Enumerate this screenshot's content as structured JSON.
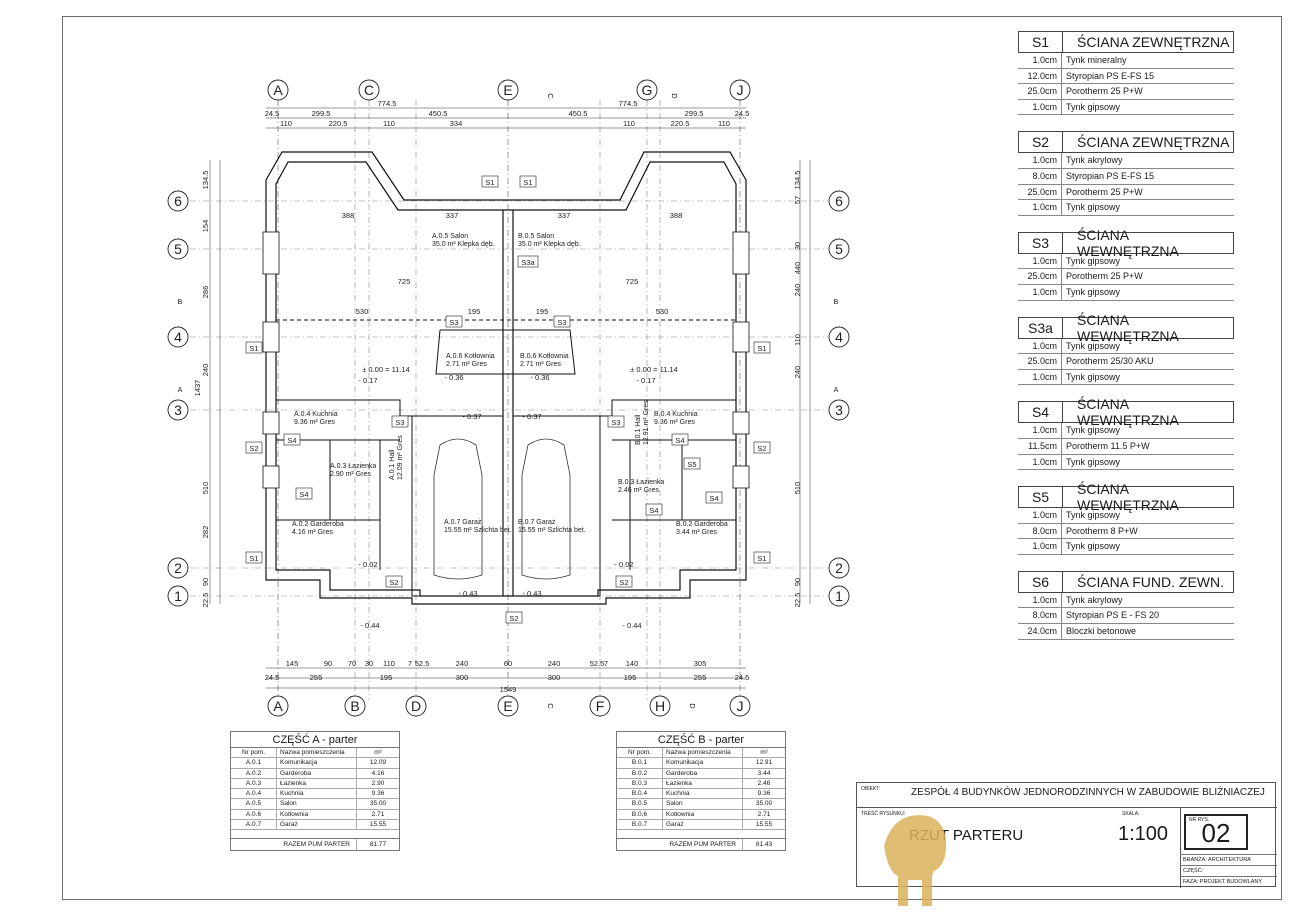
{
  "axes": {
    "top": [
      "A",
      "C",
      "E",
      "G",
      "J"
    ],
    "bottom": [
      "A",
      "B",
      "D",
      "E",
      "F",
      "H",
      "J"
    ],
    "rows": [
      "6",
      "5",
      "4",
      "3",
      "2",
      "1"
    ],
    "section_marks": [
      "C",
      "D",
      "B",
      "B",
      "A",
      "A",
      "C",
      "D"
    ]
  },
  "dimensions": {
    "top_row1": [
      "774.5",
      "774.5"
    ],
    "top_row2": [
      "24.5",
      "299.5",
      "450.5",
      "450.5",
      "299.5",
      "24.5"
    ],
    "top_row3": [
      "110",
      "220.5",
      "110",
      "334",
      "110",
      "220.5",
      "110"
    ],
    "inner_top": [
      "388",
      "337",
      "337",
      "388"
    ],
    "inner_mid": [
      "725",
      "725"
    ],
    "inner_row4": [
      "530",
      "195",
      "195",
      "530"
    ],
    "bottom_row1": [
      "145",
      "90",
      "70",
      "30",
      "110",
      "7",
      "52.5",
      "240",
      "60",
      "240",
      "52.5",
      "7",
      "140",
      "305"
    ],
    "bottom_row2": [
      "24.5",
      "255",
      "195",
      "300",
      "300",
      "195",
      "255",
      "24.5"
    ],
    "bottom_total": "1549",
    "left_total": "1437",
    "left_segments": [
      "134.5",
      "154",
      "286",
      "240",
      "510",
      "282",
      "90",
      "22.5"
    ],
    "right_segments": [
      "134.5",
      "57",
      "30",
      "440",
      "240",
      "110",
      "240",
      "510",
      "90",
      "22.5"
    ],
    "levels": [
      "± 0.00 = 11.14",
      "- 0.17",
      "- 0.36",
      "- 0.37",
      "- 0.02",
      "- 0.43",
      "- 0.44"
    ]
  },
  "rooms_plan": [
    {
      "id": "A.0.5",
      "name": "Salon",
      "area": "35.0 m²",
      "floor": "Klepka dęb."
    },
    {
      "id": "B.0.5",
      "name": "Salon",
      "area": "35.0 m²",
      "floor": "Klepka dęb."
    },
    {
      "id": "A.0.6",
      "name": "Kotłownia",
      "area": "2.71 m²",
      "floor": "Gres"
    },
    {
      "id": "B.0.6",
      "name": "Kotłownia",
      "area": "2.71 m²",
      "floor": "Gres"
    },
    {
      "id": "A.0.4",
      "name": "Kuchnia",
      "area": "9.36 m²",
      "floor": "Gres"
    },
    {
      "id": "B.0.4",
      "name": "Kuchnia",
      "area": "9.36 m²",
      "floor": "Gres"
    },
    {
      "id": "A.0.3",
      "name": "Łazienka",
      "area": "2.90 m²",
      "floor": "Gres"
    },
    {
      "id": "B.0.3",
      "name": "Łazienka",
      "area": "2.46 m²",
      "floor": "Gres"
    },
    {
      "id": "A.0.1",
      "name": "Hall",
      "area": "12.09 m²",
      "floor": "Gres"
    },
    {
      "id": "B.0.1",
      "name": "Hall",
      "area": "12.91 m²",
      "floor": "Gres"
    },
    {
      "id": "A.0.2",
      "name": "Garderoba",
      "area": "4.16 m²",
      "floor": "Gres"
    },
    {
      "id": "B.0.2",
      "name": "Garderoba",
      "area": "3.44 m²",
      "floor": "Gres"
    },
    {
      "id": "A.0.7",
      "name": "Garaż",
      "area": "15.55 m²",
      "floor": "Szlichta bet."
    },
    {
      "id": "B.0.7",
      "name": "Garaż",
      "area": "15.55 m²",
      "floor": "Szlichta bet."
    }
  ],
  "wall_tags": [
    "S1",
    "S2",
    "S3",
    "S3a",
    "S4",
    "S5"
  ],
  "walls": [
    {
      "code": "S1",
      "name": "ŚCIANA ZEWNĘTRZNA",
      "layers": [
        {
          "t": "1.0cm",
          "m": "Tynk mineralny"
        },
        {
          "t": "12.0cm",
          "m": "Styropian PS E-FS 15"
        },
        {
          "t": "25.0cm",
          "m": "Porotherm 25 P+W"
        },
        {
          "t": "1.0cm",
          "m": "Tynk gipsowy"
        }
      ]
    },
    {
      "code": "S2",
      "name": "ŚCIANA ZEWNĘTRZNA",
      "layers": [
        {
          "t": "1.0cm",
          "m": "Tynk akrylowy"
        },
        {
          "t": "8.0cm",
          "m": "Styropian PS E-FS 15"
        },
        {
          "t": "25.0cm",
          "m": "Porotherm 25 P+W"
        },
        {
          "t": "1.0cm",
          "m": "Tynk gipsowy"
        }
      ]
    },
    {
      "code": "S3",
      "name": "ŚCIANA WEWNĘTRZNA",
      "layers": [
        {
          "t": "1.0cm",
          "m": "Tynk gipsowy"
        },
        {
          "t": "25.0cm",
          "m": "Porotherm 25 P+W"
        },
        {
          "t": "1.0cm",
          "m": "Tynk gipsowy"
        }
      ]
    },
    {
      "code": "S3a",
      "name": "ŚCIANA WEWNĘTRZNA",
      "layers": [
        {
          "t": "1.0cm",
          "m": "Tynk gipsowy"
        },
        {
          "t": "25.0cm",
          "m": "Porotherm 25/30 AKU"
        },
        {
          "t": "1.0cm",
          "m": "Tynk gipsowy"
        }
      ]
    },
    {
      "code": "S4",
      "name": "ŚCIANA WEWNĘTRZNA",
      "layers": [
        {
          "t": "1.0cm",
          "m": "Tynk gipsowy"
        },
        {
          "t": "11.5cm",
          "m": "Porotherm 11.5 P+W"
        },
        {
          "t": "1.0cm",
          "m": "Tynk gipsowy"
        }
      ]
    },
    {
      "code": "S5",
      "name": "ŚCIANA WEWNĘTRZNA",
      "layers": [
        {
          "t": "1.0cm",
          "m": "Tynk gipsowy"
        },
        {
          "t": "8.0cm",
          "m": "Porotherm 8 P+W"
        },
        {
          "t": "1.0cm",
          "m": "Tynk gipsowy"
        }
      ]
    },
    {
      "code": "S6",
      "name": "ŚCIANA FUND. ZEWN.",
      "layers": [
        {
          "t": "1.0cm",
          "m": "Tynk akrylowy"
        },
        {
          "t": "8.0cm",
          "m": "Styropian PS E - FS 20"
        },
        {
          "t": "24.0cm",
          "m": "Bloczki betonowe"
        }
      ]
    }
  ],
  "table_a": {
    "title": "CZĘŚĆ A - parter",
    "headers": [
      "Nr pom.",
      "Nazwa pomieszczenia",
      "m²"
    ],
    "rows": [
      [
        "A.0.1",
        "Komunikacja",
        "12.09"
      ],
      [
        "A.0.2",
        "Garderoba",
        "4.16"
      ],
      [
        "A.0.3",
        "Łazienka",
        "2.90"
      ],
      [
        "A.0.4",
        "Kuchnia",
        "9.36"
      ],
      [
        "A.0.5",
        "Salon",
        "35.00"
      ],
      [
        "A.0.6",
        "Kotłownia",
        "2.71"
      ],
      [
        "A.0.7",
        "Garaż",
        "15.55"
      ]
    ],
    "sum_label": "RAZEM PUM PARTER",
    "sum_value": "81.77"
  },
  "table_b": {
    "title": "CZĘŚĆ B - parter",
    "headers": [
      "Nr pom.",
      "Nazwa pomieszczenia",
      "m²"
    ],
    "rows": [
      [
        "B.0.1",
        "Komunikacja",
        "12.91"
      ],
      [
        "B.0.2",
        "Garderoba",
        "3.44"
      ],
      [
        "B.0.3",
        "Łazienka",
        "2.46"
      ],
      [
        "B.0.4",
        "Kuchnia",
        "9.36"
      ],
      [
        "B.0.5",
        "Salon",
        "35.00"
      ],
      [
        "B.0.6",
        "Kotłownia",
        "2.71"
      ],
      [
        "B.0.7",
        "Garaż",
        "15.55"
      ]
    ],
    "sum_label": "RAZEM PUM PARTER",
    "sum_value": "81.43"
  },
  "title_block": {
    "obiekt_label": "OBIEKT:",
    "obiekt": "ZESPÓŁ 4 BUDYNKÓW JEDNORODZINNYCH W ZABUDOWIE BLIŹNIACZEJ",
    "tresc_label": "TREŚĆ RYSUNKU:",
    "tresc": "RZUT PARTERU",
    "skala_label": "SKALA:",
    "skala": "1:100",
    "nr_label": "NR RYS.",
    "nr": "02",
    "branza": "BRANŻA: ARCHITEKTURA",
    "czesc": "CZĘŚĆ:",
    "faza": "FAZA: PROJEKT BUDOWLANY"
  },
  "colors": {
    "line": "#1a1a1a",
    "wall": "#ffffff",
    "grid": "#555555",
    "logo": "#d9b25a"
  }
}
